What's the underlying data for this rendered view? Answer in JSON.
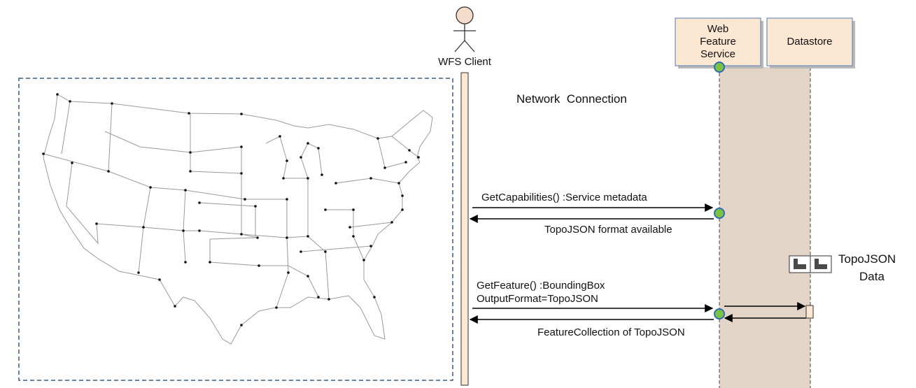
{
  "actors": {
    "client": {
      "label": "WFS Client"
    },
    "service": {
      "label": "Web Feature Service"
    },
    "datastore": {
      "label": "Datastore"
    }
  },
  "notes": {
    "network": "Network  Connection",
    "topojson_line1": "TopoJSON",
    "topojson_line2": "Data"
  },
  "messages": {
    "get_capabilities": "GetCapabilities() :Service metadata",
    "topojson_available": "TopoJSON format available",
    "get_feature_line1": "GetFeature() :BoundingBox",
    "get_feature_line2": "OutputFormat=TopoJSON",
    "feature_collection": "FeatureCollection of TopoJSON"
  },
  "colors": {
    "lifeline_fill": "#e2d5c7",
    "box_fill": "#fce7d2",
    "box_border": "#6b8cba",
    "endpoint_fill": "#7dc242",
    "endpoint_border": "#2f6db3",
    "map_frame": "#3a5a80"
  }
}
